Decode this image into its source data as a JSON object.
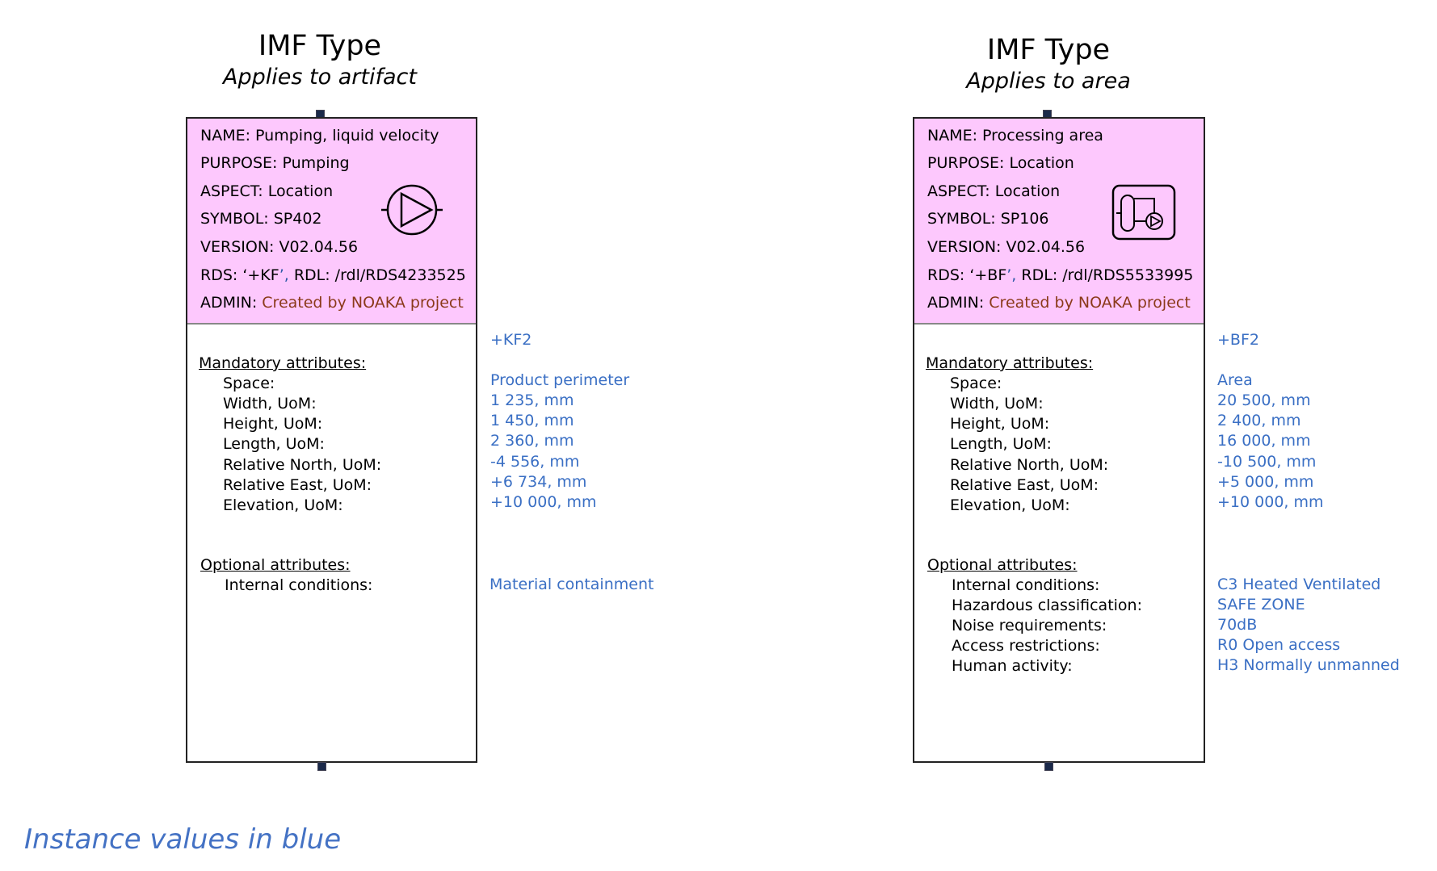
{
  "legend": "Instance values in blue",
  "types": [
    {
      "title": "IMF Type",
      "subtitle": "Applies to artifact",
      "head": {
        "name": "NAME: Pumping, liquid velocity",
        "purpose": "PURPOSE: Pumping",
        "aspect": "ASPECT: Location",
        "symbol": "SYMBOL: SP402",
        "version": "VERSION: V02.04.56",
        "rds_prefix": "RDS: ‘+KF",
        "rds_quote": "’,",
        "rds_suffix": " RDL: /rdl/RDS4233525",
        "admin_label": "ADMIN: ",
        "admin_value": "Created by NOAKA project",
        "icon": "pump-symbol-icon"
      },
      "instance_id": "+KF2",
      "mandatory_label": "Mandatory attributes:",
      "mandatory": [
        {
          "label": "Space:",
          "value": "Product perimeter"
        },
        {
          "label": "Width, UoM:",
          "value": "1 235, mm"
        },
        {
          "label": "Height, UoM:",
          "value": "1 450, mm"
        },
        {
          "label": "Length, UoM:",
          "value": "2 360, mm"
        },
        {
          "label": "Relative North, UoM:",
          "value": "-4 556, mm"
        },
        {
          "label": "Relative East, UoM:",
          "value": "+6 734, mm"
        },
        {
          "label": "Elevation, UoM:",
          "value": "+10 000, mm"
        }
      ],
      "optional_label": "Optional attributes:",
      "optional": [
        {
          "label": "Internal conditions:",
          "value": "Material containment"
        }
      ]
    },
    {
      "title": "IMF Type",
      "subtitle": "Applies to area",
      "head": {
        "name": "NAME: Processing area",
        "purpose": "PURPOSE: Location",
        "aspect": "ASPECT: Location",
        "symbol": "SYMBOL: SP106",
        "version": "VERSION: V02.04.56",
        "rds_prefix": "RDS: ‘+BF",
        "rds_quote": "’,",
        "rds_suffix": " RDL: /rdl/RDS5533995",
        "admin_label": "ADMIN: ",
        "admin_value": "Created by NOAKA project",
        "icon": "processing-area-symbol-icon"
      },
      "instance_id": "+BF2",
      "mandatory_label": "Mandatory attributes:",
      "mandatory": [
        {
          "label": "Space:",
          "value": "Area"
        },
        {
          "label": "Width, UoM:",
          "value": "20 500, mm"
        },
        {
          "label": "Height, UoM:",
          "value": "2 400, mm"
        },
        {
          "label": "Length, UoM:",
          "value": "16 000, mm"
        },
        {
          "label": "Relative North, UoM:",
          "value": "-10 500, mm"
        },
        {
          "label": "Relative East, UoM:",
          "value": "+5 000, mm"
        },
        {
          "label": "Elevation, UoM:",
          "value": "+10 000, mm"
        }
      ],
      "optional_label": "Optional attributes:",
      "optional": [
        {
          "label": "Internal conditions:",
          "value": "C3 Heated Ventilated"
        },
        {
          "label": "Hazardous classification:",
          "value": "SAFE ZONE"
        },
        {
          "label": "Noise requirements:",
          "value": "70dB"
        },
        {
          "label": "Access restrictions:",
          "value": "R0 Open access"
        },
        {
          "label": "Human activity:",
          "value": "H3 Normally unmanned"
        }
      ]
    }
  ]
}
